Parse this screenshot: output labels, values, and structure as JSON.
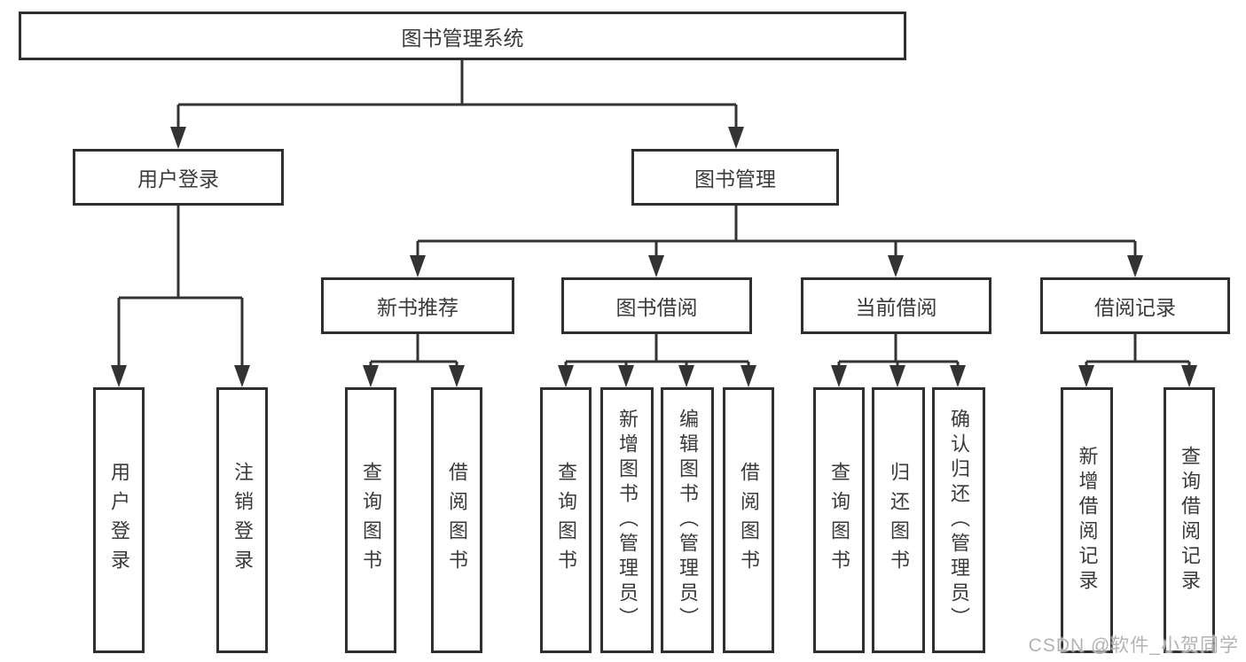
{
  "diagram": {
    "root": {
      "label": "图书管理系统"
    },
    "branches": [
      {
        "label": "用户登录",
        "children": [
          {
            "label": "用户登录"
          },
          {
            "label": "注销登录"
          }
        ]
      },
      {
        "label": "图书管理",
        "children": [
          {
            "label": "新书推荐",
            "children": [
              {
                "label": "查询图书"
              },
              {
                "label": "借阅图书"
              }
            ]
          },
          {
            "label": "图书借阅",
            "children": [
              {
                "label": "查询图书"
              },
              {
                "label": "新增图书（管理员）"
              },
              {
                "label": "编辑图书（管理员）"
              },
              {
                "label": "借阅图书"
              }
            ]
          },
          {
            "label": "当前借阅",
            "children": [
              {
                "label": "查询图书"
              },
              {
                "label": "归还图书"
              },
              {
                "label": "确认归还（管理员）"
              }
            ]
          },
          {
            "label": "借阅记录",
            "children": [
              {
                "label": "新增借阅记录"
              },
              {
                "label": "查询借阅记录"
              }
            ]
          }
        ]
      }
    ]
  },
  "watermark": {
    "text": "CSDN @软件_小贺同学"
  },
  "colors": {
    "background": "#ffffff",
    "box_border": "#2f2f2f",
    "line": "#333333",
    "text": "#3a3a3a",
    "watermark": "#b3b3b3"
  }
}
